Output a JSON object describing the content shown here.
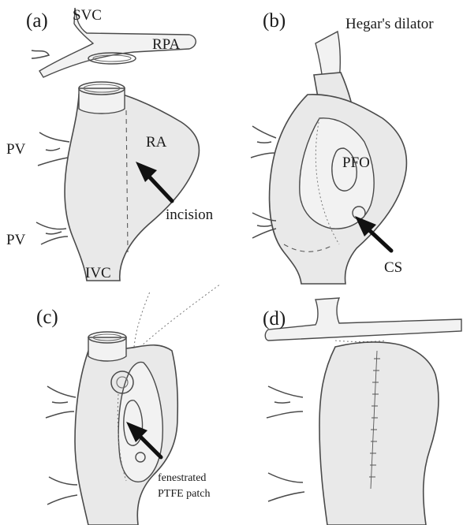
{
  "panels": {
    "a": {
      "label": "(a)",
      "svc": "SVC",
      "rpa": "RPA",
      "ra": "RA",
      "pv_upper": "PV",
      "pv_lower": "PV",
      "incision": "incision",
      "ivc": "IVC"
    },
    "b": {
      "label": "(b)",
      "hegar": "Hegar's dilator",
      "pfo": "PFO",
      "cs": "CS"
    },
    "c": {
      "label": "(c)",
      "patch_line1": "fenestrated",
      "patch_line2": "PTFE patch"
    },
    "d": {
      "label": "(d)"
    }
  }
}
